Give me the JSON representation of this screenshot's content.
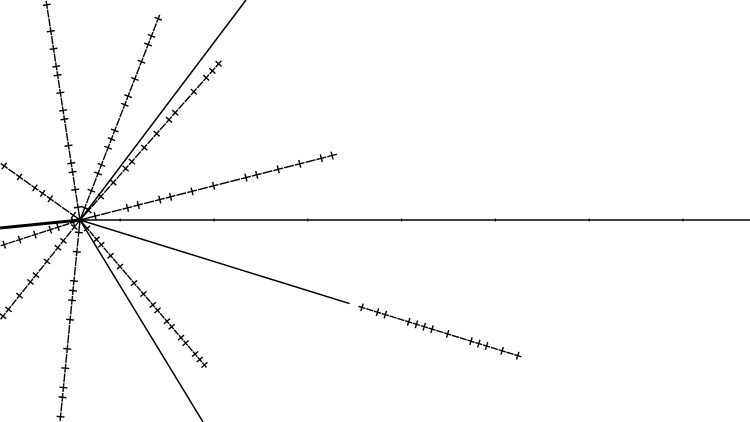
{
  "diagram": {
    "type": "pulsar-map",
    "background_color": "#ffffff",
    "line_color": "#000000",
    "rays": [
      {
        "name": "ray-horizontal",
        "style": "solid",
        "ticks": "sparse"
      },
      {
        "name": "ray-upper-steep",
        "style": "solid",
        "ticks": "none"
      },
      {
        "name": "ray-lower-steep",
        "style": "solid",
        "ticks": "none"
      },
      {
        "name": "ray-lower-right",
        "style": "solid-then-coded",
        "ticks": "binary"
      },
      {
        "name": "ray-upper-right-shallow",
        "style": "coded",
        "ticks": "binary"
      },
      {
        "name": "ray-upper-right-mid",
        "style": "coded",
        "ticks": "binary"
      },
      {
        "name": "ray-upper-right-high",
        "style": "coded",
        "ticks": "binary"
      },
      {
        "name": "ray-up",
        "style": "coded",
        "ticks": "binary"
      },
      {
        "name": "ray-down",
        "style": "coded",
        "ticks": "binary"
      },
      {
        "name": "ray-lower-right-mid",
        "style": "coded",
        "ticks": "binary"
      },
      {
        "name": "ray-upper-left",
        "style": "coded",
        "ticks": "binary"
      },
      {
        "name": "ray-left",
        "style": "coded",
        "ticks": "binary"
      },
      {
        "name": "ray-lower-left",
        "style": "coded",
        "ticks": "binary"
      },
      {
        "name": "ray-left-near",
        "style": "coded",
        "ticks": "binary"
      }
    ]
  }
}
